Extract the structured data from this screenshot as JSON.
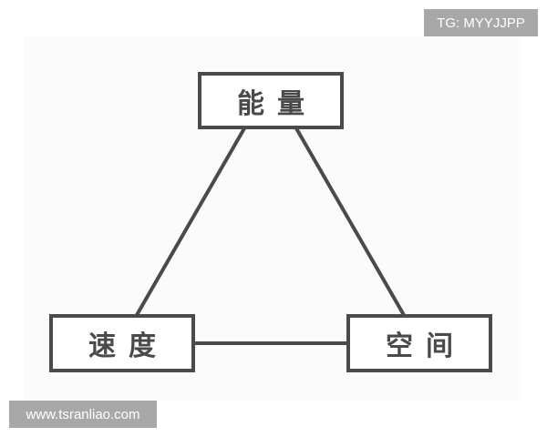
{
  "diagram": {
    "type": "triangle",
    "nodes": [
      {
        "id": "energy",
        "label": "能量",
        "position": "top"
      },
      {
        "id": "speed",
        "label": "速度",
        "position": "bottom-left"
      },
      {
        "id": "space",
        "label": "空间",
        "position": "bottom-right"
      }
    ],
    "edges": [
      {
        "from": "energy",
        "to": "speed"
      },
      {
        "from": "energy",
        "to": "space"
      },
      {
        "from": "speed",
        "to": "space"
      }
    ],
    "colors": {
      "stroke": "#4a4a4a",
      "panel": "#fcfbfc",
      "watermark_bg": "#a8a8a8"
    }
  },
  "watermarks": {
    "top_right": "TG: MYYJJPP",
    "bottom_left": "www.tsranliao.com"
  }
}
